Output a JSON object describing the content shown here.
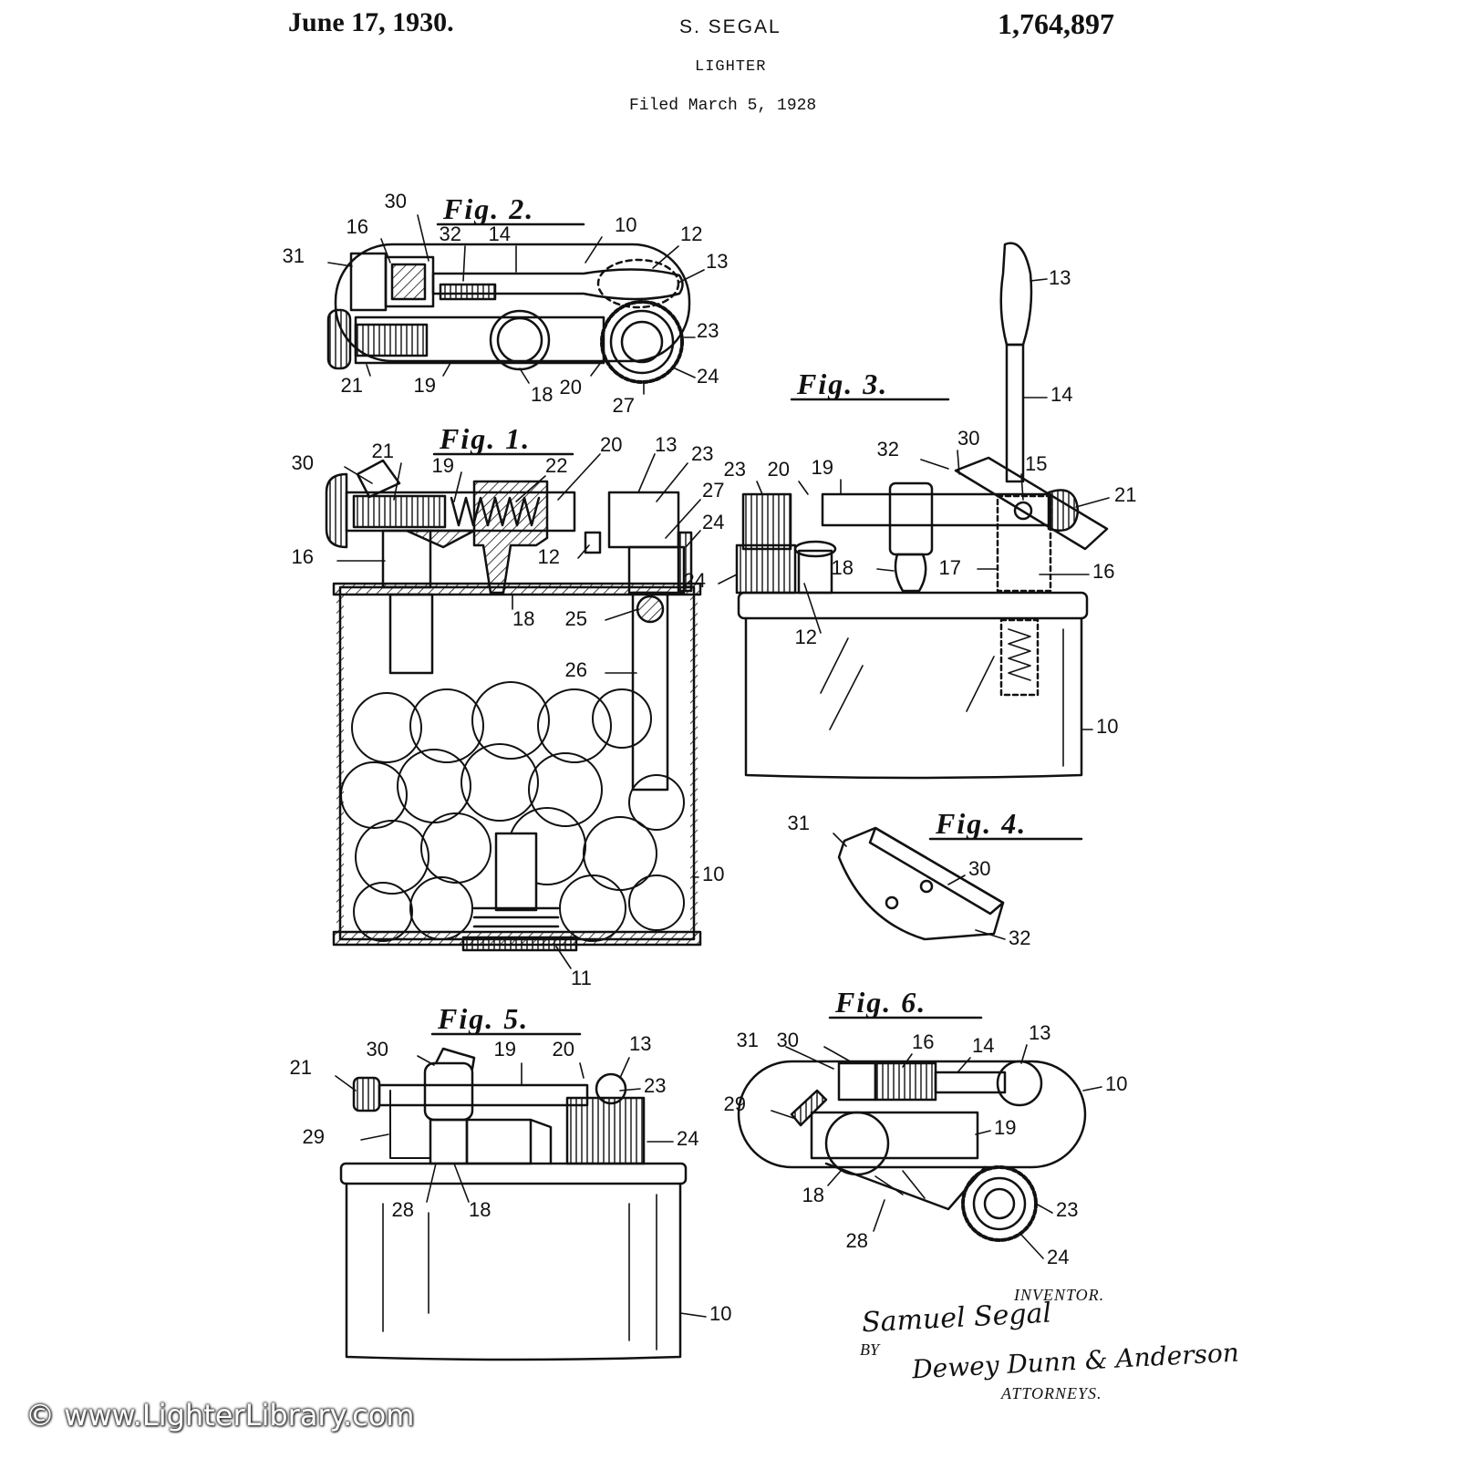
{
  "header": {
    "date": "June 17, 1930.",
    "inventor": "S. SEGAL",
    "patent_number": "1,764,897",
    "title": "LIGHTER",
    "filed": "Filed March 5, 1928"
  },
  "figures": [
    {
      "id": "fig1",
      "title": "Fig. 1.",
      "labels": [
        "30",
        "21",
        "19",
        "22",
        "20",
        "13",
        "23",
        "27",
        "24",
        "16",
        "12",
        "18",
        "25",
        "26",
        "10",
        "11"
      ]
    },
    {
      "id": "fig2",
      "title": "Fig. 2.",
      "labels": [
        "30",
        "16",
        "32",
        "14",
        "10",
        "12",
        "31",
        "13",
        "23",
        "21",
        "19",
        "18",
        "20",
        "24",
        "27"
      ]
    },
    {
      "id": "fig3",
      "title": "Fig. 3.",
      "labels": [
        "13",
        "14",
        "30",
        "32",
        "15",
        "23",
        "20",
        "19",
        "21",
        "18",
        "17",
        "16",
        "24",
        "12",
        "10"
      ]
    },
    {
      "id": "fig4",
      "title": "Fig. 4.",
      "labels": [
        "31",
        "30",
        "32"
      ]
    },
    {
      "id": "fig5",
      "title": "Fig. 5.",
      "labels": [
        "30",
        "19",
        "20",
        "13",
        "21",
        "23",
        "29",
        "24",
        "28",
        "18",
        "10"
      ]
    },
    {
      "id": "fig6",
      "title": "Fig. 6.",
      "labels": [
        "31",
        "30",
        "16",
        "14",
        "13",
        "10",
        "29",
        "19",
        "18",
        "23",
        "28",
        "24"
      ]
    }
  ],
  "signature": {
    "inventor_label": "INVENTOR.",
    "inventor_signature": "Samuel Segal",
    "by_label": "BY",
    "attorney_signature": "Dewey Dunn & Anderson",
    "attorneys_label": "ATTORNEYS."
  },
  "watermark": "© www.LighterLibrary.com"
}
